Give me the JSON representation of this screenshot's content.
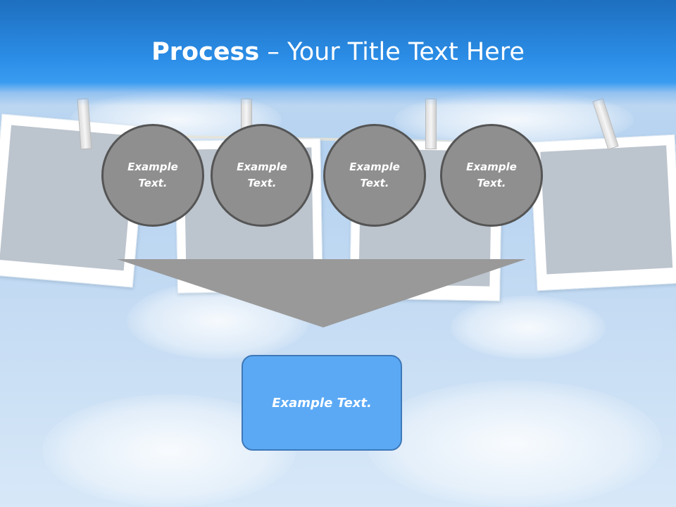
{
  "title": {
    "bold": "Process",
    "rest": " – Your Title Text Here"
  },
  "steps": [
    {
      "label": "Example Text."
    },
    {
      "label": "Example Text."
    },
    {
      "label": "Example Text."
    },
    {
      "label": "Example Text."
    }
  ],
  "result": {
    "label": "Example Text."
  },
  "colors": {
    "title_bar": "#2b8de6",
    "circle_fill": "#8f8f8f",
    "circle_border": "#555555",
    "funnel": "#999999",
    "result_fill": "#5ba9f5",
    "result_border": "#3d78b8"
  }
}
